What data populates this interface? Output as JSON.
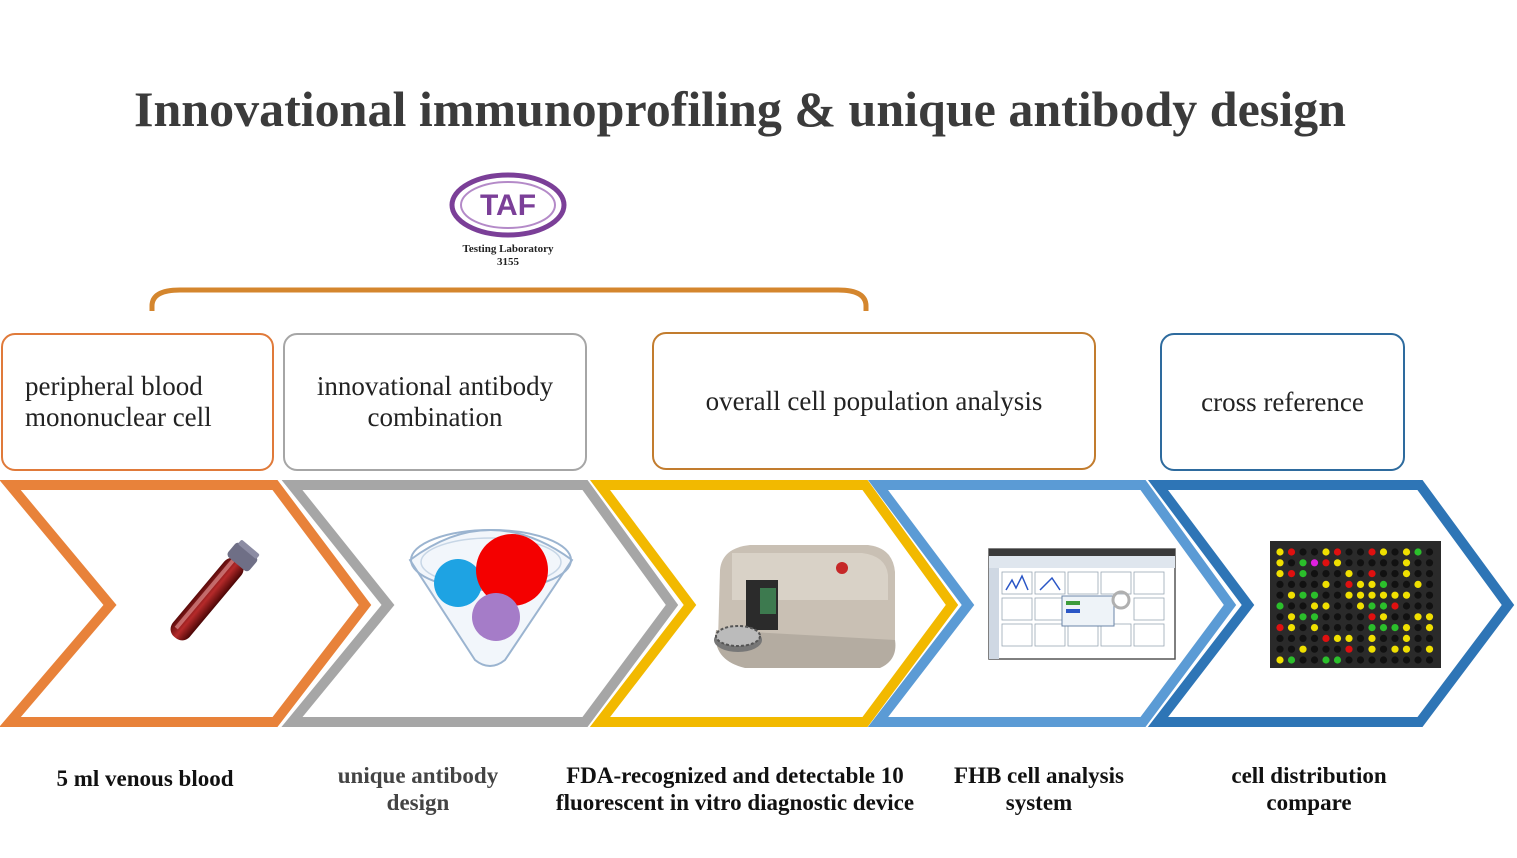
{
  "title": "Innovational immunoprofiling & unique antibody design",
  "logo": {
    "mark": "TAF",
    "line1": "Testing Laboratory",
    "line2": "3155",
    "color": "#7b3f98"
  },
  "top_boxes": [
    {
      "lines": [
        "peripheral blood",
        "mononuclear cell"
      ],
      "border": "#e07a3a"
    },
    {
      "lines": [
        "innovational antibody",
        "combination"
      ],
      "border": "#a6a6a6"
    },
    {
      "lines": [
        "overall cell population analysis"
      ],
      "border": "#c27c2e"
    },
    {
      "lines": [
        "cross reference"
      ],
      "border": "#2e6b9e"
    }
  ],
  "steps": [
    {
      "caption": "5 ml venous blood",
      "color": "#e8823a",
      "icon": "blood-tube-icon"
    },
    {
      "caption": "unique antibody design",
      "color": "#a6a6a6",
      "icon": "antibody-funnel-icon"
    },
    {
      "caption": "FDA-recognized and detectable 10 fluorescent in vitro diagnostic device",
      "color": "#f2b900",
      "icon": "flow-cytometer-icon"
    },
    {
      "caption": "FHB cell analysis system",
      "color": "#5b9bd5",
      "icon": "analysis-software-icon"
    },
    {
      "caption": "cell distribution compare",
      "color": "#2e75b6",
      "icon": "microarray-icon"
    }
  ],
  "bracket_color": "#d4862e"
}
